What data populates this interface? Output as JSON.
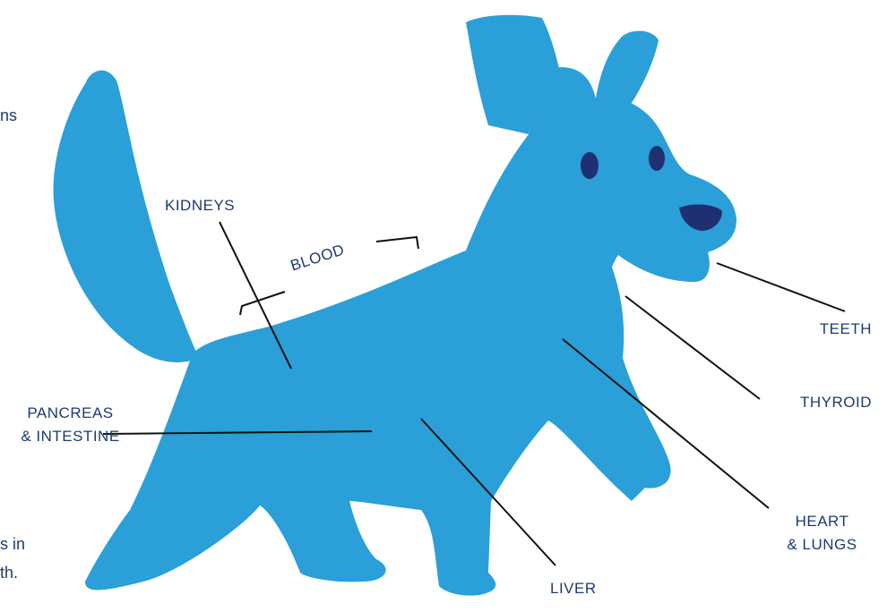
{
  "colors": {
    "dog_body": "#2a9fd8",
    "dog_features": "#1e3072",
    "label_text": "#1e3a6e",
    "leader_line": "#111111"
  },
  "side_text": {
    "line1": "ns",
    "line2": "s in",
    "line3": "th."
  },
  "labels": {
    "kidneys": "KIDNEYS",
    "blood": "BLOOD",
    "pancreas_line1": "PANCREAS",
    "pancreas_line2": "& INTESTINE",
    "liver": "LIVER",
    "teeth": "TEETH",
    "thyroid": "THYROID",
    "heart_line1": "HEART",
    "heart_line2": "& LUNGS"
  }
}
